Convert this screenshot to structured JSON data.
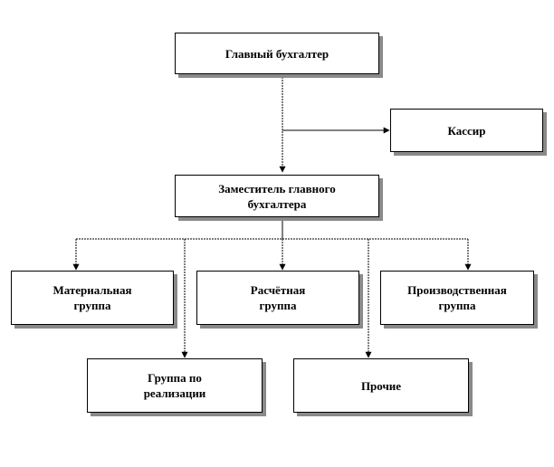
{
  "nodes": {
    "chief": "Главный бухгалтер",
    "cashier": "Кассир",
    "deputy": "Заместитель главного\nбухгалтера",
    "material": "Материальная\nгруппа",
    "settlement": "Расчётная\nгруппа",
    "production": "Производственная\nгруппа",
    "sales": "Группа по\nреализации",
    "other": "Прочие"
  },
  "colors": {
    "line": "#000000",
    "shadow": "#8a8a8a"
  }
}
